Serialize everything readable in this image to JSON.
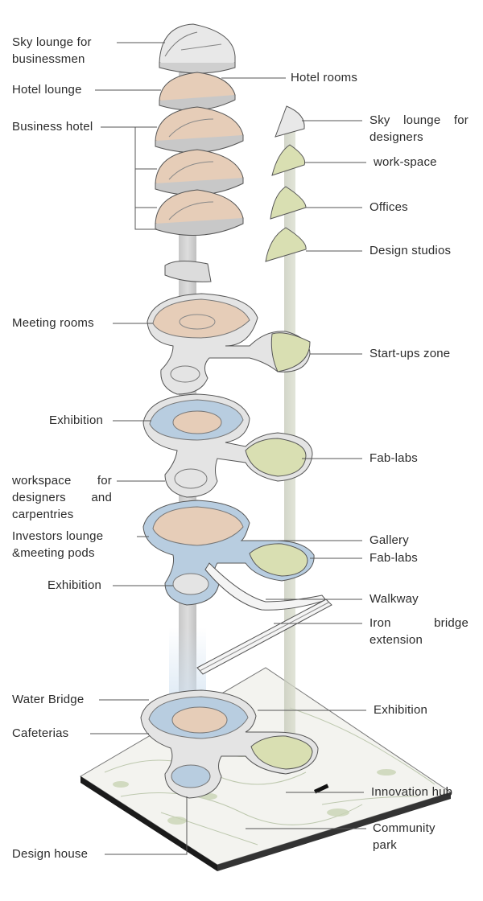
{
  "labels": {
    "sky_lounge_business": [
      "Sky lounge for",
      "businessmen"
    ],
    "hotel_lounge": "Hotel lounge",
    "business_hotel": "Business hotel",
    "hotel_rooms": "Hotel rooms",
    "sky_lounge_designers": [
      "Sky lounge for",
      "designers"
    ],
    "work_space": "work-space",
    "offices": "Offices",
    "design_studios": "Design studios",
    "meeting_rooms": "Meeting rooms",
    "startups_zone": "Start-ups zone",
    "exhibition_1": "Exhibition",
    "fab_labs_1": "Fab-labs",
    "workspace_designers": [
      "workspace for",
      "designers and",
      "carpentries"
    ],
    "investors_lounge": [
      "Investors lounge",
      "&meeting pods"
    ],
    "gallery": "Gallery",
    "fab_labs_2": "Fab-labs",
    "exhibition_2": "Exhibition",
    "walkway": "Walkway",
    "iron_bridge": [
      "Iron bridge",
      "extension"
    ],
    "water_bridge": "Water Bridge",
    "exhibition_3": "Exhibition",
    "cafeterias": "Cafeterias",
    "innovation_hub": "Innovation hub",
    "community_park": [
      "Community",
      "park"
    ],
    "design_house": "Design house"
  },
  "colors": {
    "text": "#2b2b2b",
    "leader": "#555555",
    "salmon_floor": "#e6cdb8",
    "green_floor": "#d9dfb2",
    "blue_floor": "#b8cde0",
    "grey_floor": "#e4e4e4",
    "core_grey": "#c3c3c3",
    "site_base": "#f2f2ee"
  }
}
